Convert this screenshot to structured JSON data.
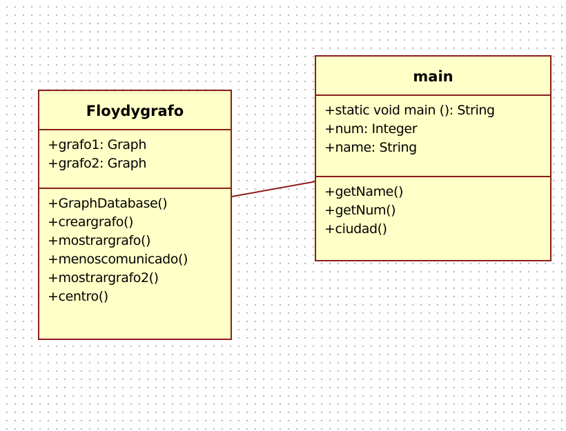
{
  "classes": [
    {
      "name": "Floydygrafo",
      "attributes": [
        "+grafo1: Graph",
        "+grafo2: Graph"
      ],
      "methods": [
        "+GraphDatabase()",
        "+creargrafo()",
        "+mostrargrafo()",
        "+menoscomunicado()",
        "+mostrargrafo2()",
        "+centro()"
      ]
    },
    {
      "name": "main",
      "attributes": [
        "+static void main (): String",
        "+num: Integer",
        "+name: String"
      ],
      "methods": [
        "+getName()",
        "+getNum()",
        "+ciudad()"
      ]
    }
  ],
  "colors": {
    "class_fill": "#ffffc8",
    "class_border": "#8b1c1c",
    "connector": "#8b1c1c",
    "grid_dot": "#b9b9b9"
  }
}
